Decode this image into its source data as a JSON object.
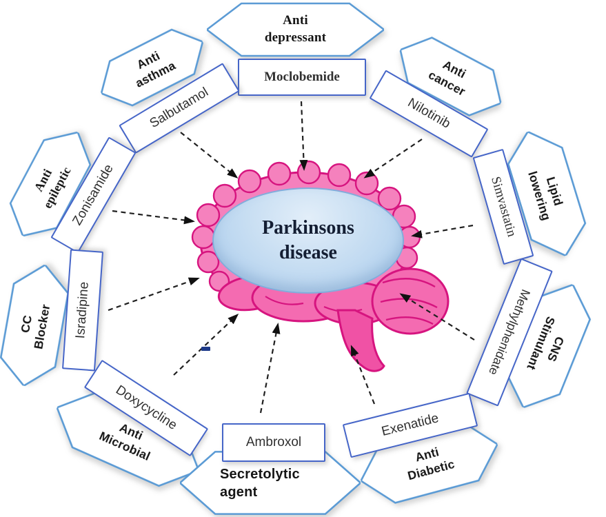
{
  "figure": {
    "center_label": "Parkinsons\ndisease",
    "groups": [
      {
        "id": "antidepressant",
        "category": "Anti\ndepressant",
        "drug": "Moclobemide"
      },
      {
        "id": "antiasthma",
        "category": "Anti\nasthma",
        "drug": "Salbutamol"
      },
      {
        "id": "anticancer",
        "category": "Anti\ncancer",
        "drug": "Nilotinib"
      },
      {
        "id": "antiepileptic",
        "category": "Anti\nepileptic",
        "drug": "Zonisamide"
      },
      {
        "id": "lipidlowering",
        "category": "Lipid\nlowering",
        "drug": "Simvastatin"
      },
      {
        "id": "ccblocker",
        "category": "CC\nBlocker",
        "drug": "Isradipine"
      },
      {
        "id": "cnsstimulant",
        "category": "CNS\nStimulant",
        "drug": "Methylphenidate"
      },
      {
        "id": "antimicrobial",
        "category": "Anti\nMicrobial",
        "drug": "Doxycycline"
      },
      {
        "id": "antidiabetic",
        "category": "Anti\nDiabetic",
        "drug": "Exenatide"
      },
      {
        "id": "secretolytic",
        "category": "Secretolytic\nagent",
        "drug": "Ambroxol"
      }
    ],
    "colors": {
      "hexagon_border": "#5B9BD5",
      "drugbox_border": "#4565C8",
      "ellipse_fill": "#C6DDF2",
      "ellipse_border": "#82ACDB",
      "center_text": "#141E33",
      "brain_fill": "#F581BD",
      "brain_outline": "#D6147F",
      "arrow": "#202020"
    }
  }
}
